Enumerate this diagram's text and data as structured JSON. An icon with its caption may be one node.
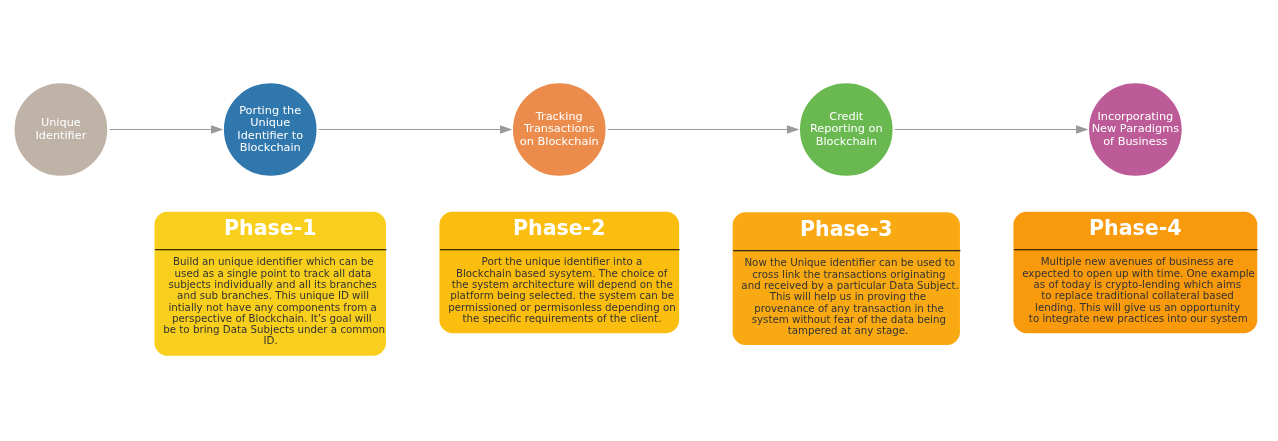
{
  "diagram": {
    "nodes": [
      {
        "text": [
          "Phase-1",
          "Build an unique identifier which can be used as a single point to track all data subjects individually and all its branches and sub branches. This unique ID will intially not have any components from a perspective of Blockchain. It’s goal will be to bring Data Subjects under a common ID."
        ]
      },
      {
        "text": [
          "Phase-2",
          "Port the unique identifier into a Blockchain based sysytem. The choice of the system architecture will depend on the platform being selected. the system can be permissioned or permisonless depending on the specific requirements of the client."
        ]
      },
      {
        "text": [
          "Phase-3",
          "Now the Unique identifier can be used to cross link the transactions originating and received by a particular Data Subject. This will help us in proving the provenance of any transaction in the system without fear of the data being tampered at any stage."
        ]
      },
      {
        "text": [
          "Phase-4",
          "Multiple new avenues of business are expected to open up with time. One example as of today is crypto-lending which aims to replace traditional collateral based lending. This will give us an opportunity to integrate new practices into our system"
        ]
      },
      {
        "text": [
          "Unique Identifier"
        ]
      },
      {
        "text": [
          "Porting the Unique Identifier to Blockchain"
        ]
      },
      {
        "text": [
          "Tracking Transactions on Blockchain"
        ]
      },
      {
        "text": [
          "Credit Reporting on Blockchain"
        ]
      },
      {
        "text": [
          "Incorporating New Paradigms of Business"
        ]
      }
    ],
    "edges": [
      {
        "from": 4,
        "to": 5,
        "arrow": "to"
      },
      {
        "from": 5,
        "to": 6,
        "arrow": "to"
      },
      {
        "from": 6,
        "to": 7,
        "arrow": "to"
      },
      {
        "from": 7,
        "to": 8,
        "arrow": "to"
      }
    ]
  }
}
